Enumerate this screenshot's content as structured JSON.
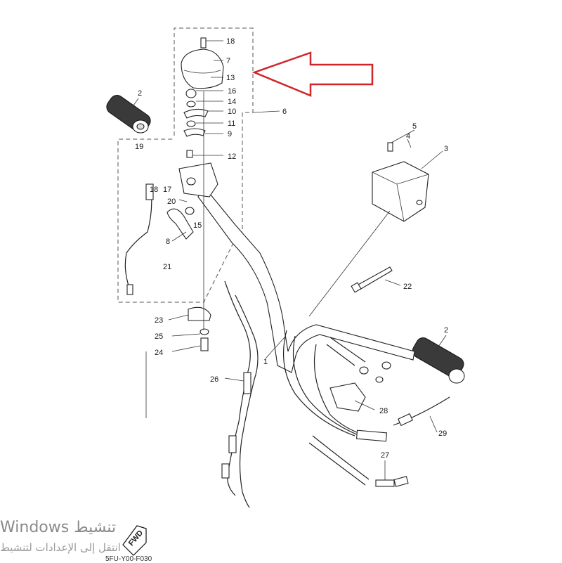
{
  "callouts": [
    "1",
    "2",
    "2",
    "3",
    "4",
    "5",
    "6",
    "7",
    "8",
    "9",
    "10",
    "11",
    "12",
    "13",
    "14",
    "15",
    "16",
    "17",
    "18",
    "18",
    "19",
    "20",
    "21",
    "22",
    "23",
    "24",
    "25",
    "26",
    "27",
    "28",
    "29"
  ],
  "fwd_label": "FWD",
  "code_label": "5FU-Y00-F030",
  "watermark": {
    "line1": "Windows تنشيط",
    "line2": "انتقل إلى الإعدادات لتنشيط"
  },
  "colors": {
    "arrow": "#d0262a",
    "line": "#333333"
  }
}
